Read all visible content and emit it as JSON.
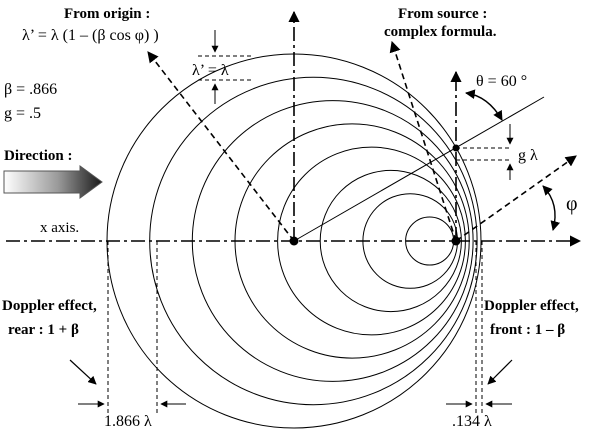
{
  "title_origin": "From origin :",
  "formula_origin": "λ’ = λ (1 – (β cos φ) )",
  "label_lambda_prime": "λ’ = λ",
  "beta": "β = .866",
  "g": "g = .5",
  "direction": "Direction :",
  "x_axis": "x axis.",
  "source_line1": "From source :",
  "source_line2": "complex formula.",
  "theta": "θ = 60 °",
  "g_lambda": "g λ",
  "phi": "φ",
  "doppler_rear_line1": "Doppler effect,",
  "doppler_rear_line2": "rear : 1 + β",
  "doppler_front_line1": "Doppler effect,",
  "doppler_front_line2": "front : 1 – β",
  "rear_value": "1.866 λ",
  "front_value": ".134 λ",
  "colors": {
    "stroke": "#000000",
    "background": "#ffffff"
  },
  "icons": [
    "direction-arrow-icon",
    "source-point-icon",
    "origin-point-icon"
  ]
}
